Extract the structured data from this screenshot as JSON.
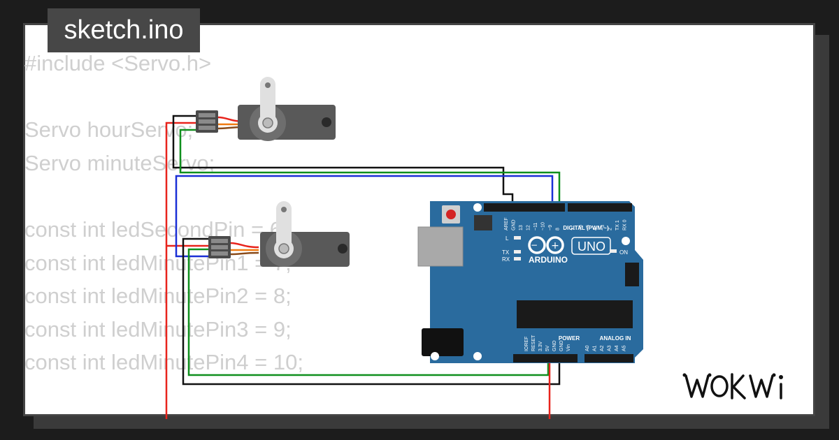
{
  "file_tab": "sketch.ino",
  "code_lines": [
    "#include <Servo.h>",
    "",
    "Servo hourServo;",
    "Servo minuteServo;",
    "",
    "const int ledSecondPin = 6;",
    "const int ledMinutePin1 = 7;",
    "const int ledMinutePin2 = 8;",
    "const int ledMinutePin3 = 9;",
    "const int ledMinutePin4 = 10;"
  ],
  "arduino": {
    "brand": "ARDUINO",
    "model": "UNO",
    "digital_header": "DIGITAL (PWM ~)",
    "power_header": "POWER",
    "analog_header": "ANALOG IN",
    "on_label": "ON",
    "l_label": "L",
    "tx_label": "TX",
    "rx_label": "RX",
    "top_pins": [
      "AREF",
      "GND",
      "13",
      "12",
      "~11",
      "~10",
      "~9",
      "8",
      "7",
      "~6",
      "~5",
      "4",
      "~3",
      "2",
      "TX 1",
      "RX 0"
    ],
    "power_pins": [
      "IOREF",
      "RESET",
      "3.3V",
      "5V",
      "GND",
      "GND",
      "Vin"
    ],
    "analog_pins": [
      "A0",
      "A1",
      "A2",
      "A3",
      "A4",
      "A5"
    ]
  },
  "wire_colors": {
    "red": "#e8231c",
    "black": "#111111",
    "green": "#0f8f1d",
    "blue": "#1a2fd6",
    "orange": "#f07a10"
  },
  "board_color": "#2a6b9e",
  "logo_text": "WOKWi"
}
